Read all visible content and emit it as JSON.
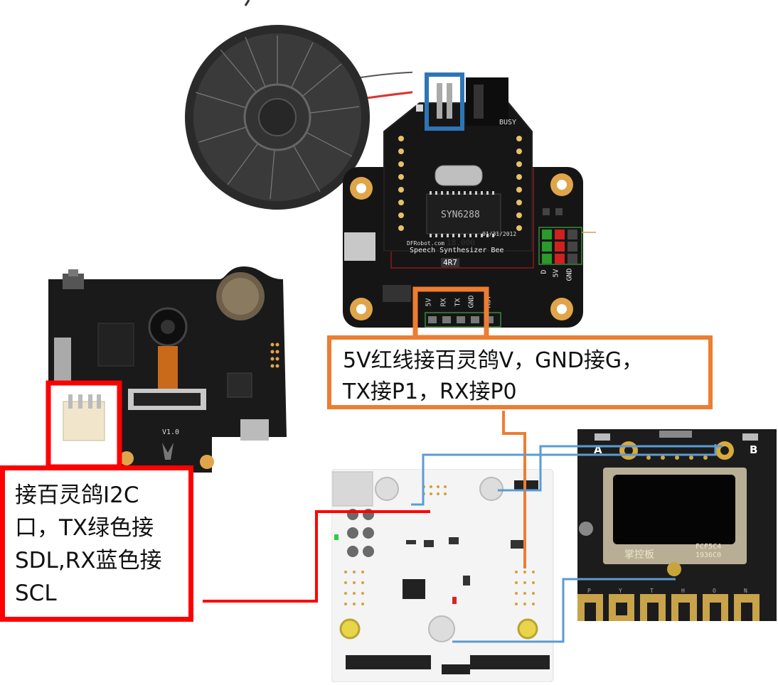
{
  "callouts": {
    "orange": {
      "line1": "5V红线接百灵鸽V，GND接G，",
      "line2": "TX接P1，RX接P0",
      "color": "#ed7d31"
    },
    "red": {
      "line1": "接百灵鸽I2C",
      "line2": "口，TX绿色接",
      "line3": "SDL,RX蓝色接",
      "line4": "SCL",
      "color": "#ff0000"
    }
  },
  "boards": {
    "speech": {
      "brand": "DFRobot.com",
      "name": "Speech Synthesizer Bee",
      "chip": "SYN6288",
      "date": "01/31/2012",
      "crystal": "18.000",
      "busy": "BUSY",
      "resistor": "4R7",
      "bottom_pins": [
        "5V",
        "RX",
        "TX",
        "GND",
        "RST"
      ],
      "side_pins": [
        "D",
        "5V",
        "GND"
      ]
    },
    "camera": {
      "version": "V1.0"
    },
    "handpy": {
      "btn_a": "A",
      "btn_b": "B",
      "brand": "掌控板",
      "serial1": "FCF5C4",
      "serial2": "1936C0",
      "pins": [
        "P",
        "Y",
        "T",
        "H",
        "O",
        "N"
      ]
    }
  },
  "colors": {
    "wire_blue": "#5b9bd5",
    "wire_orange": "#ed7d31",
    "wire_red": "#ff0000",
    "highlight_blue": "#2e75b6"
  }
}
